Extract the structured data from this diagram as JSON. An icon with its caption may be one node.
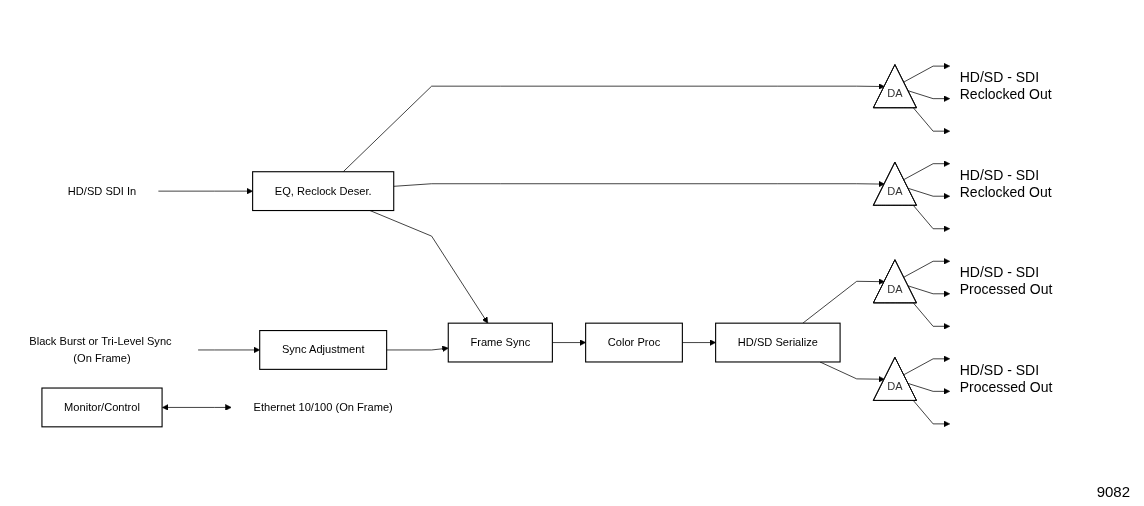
{
  "diagram": {
    "nodes": [
      {
        "text": [
          "HD/SD SDI In"
        ]
      },
      {
        "text": [
          "EQ, Reclock Deser."
        ]
      },
      {
        "text": [
          "Frame Sync"
        ]
      },
      {
        "text": [
          "Color Proc"
        ]
      },
      {
        "text": [
          "HD/SD Serialize"
        ]
      },
      {
        "text": [
          "Black Burst or Tri-Level Sync (On Frame)"
        ]
      },
      {
        "text": [
          "Sync Adjustment"
        ]
      },
      {
        "text": [
          "DA"
        ],
        "beside": [
          "HD/SD - SDI Reclocked Out"
        ]
      },
      {
        "text": [
          "DA"
        ],
        "beside": [
          "HD/SD - SDI Reclocked Out"
        ]
      },
      {
        "text": [
          "DA"
        ],
        "beside": [
          "HD/SD - SDI Processed Out"
        ]
      },
      {
        "text": [
          "DA"
        ],
        "beside": [
          "HD/SD - SDI Processed Out"
        ]
      },
      {
        "text": [
          "Monitor/Control"
        ]
      },
      {
        "text": [
          "Ethernet 10/100 (On Frame)"
        ]
      }
    ],
    "edges": [
      {
        "from": 0,
        "to": 1,
        "arrow": "to"
      },
      {
        "from": 1,
        "to": 7,
        "arrow": "to"
      },
      {
        "from": 1,
        "to": 8,
        "arrow": "to"
      },
      {
        "from": 1,
        "to": 2,
        "arrow": "to"
      },
      {
        "from": 2,
        "to": 3,
        "arrow": "to"
      },
      {
        "from": 3,
        "to": 4,
        "arrow": "to"
      },
      {
        "from": 4,
        "to": 9,
        "arrow": "to"
      },
      {
        "from": 4,
        "to": 10,
        "arrow": "to"
      },
      {
        "from": 5,
        "to": 6,
        "arrow": "to"
      },
      {
        "from": 6,
        "to": 2,
        "arrow": "to"
      },
      {
        "from": 11,
        "to": 12,
        "arrow": "both"
      },
      {
        "from": 7,
        "to": null,
        "arrow": "to"
      },
      {
        "from": 7,
        "to": null,
        "arrow": "to"
      },
      {
        "from": 7,
        "to": null,
        "arrow": "to"
      },
      {
        "from": 8,
        "to": null,
        "arrow": "to"
      },
      {
        "from": 8,
        "to": null,
        "arrow": "to"
      },
      {
        "from": 8,
        "to": null,
        "arrow": "to"
      },
      {
        "from": 9,
        "to": null,
        "arrow": "to"
      },
      {
        "from": 9,
        "to": null,
        "arrow": "to"
      },
      {
        "from": 9,
        "to": null,
        "arrow": "to"
      },
      {
        "from": 10,
        "to": null,
        "arrow": "to"
      },
      {
        "from": 10,
        "to": null,
        "arrow": "to"
      },
      {
        "from": 10,
        "to": null,
        "arrow": "to"
      }
    ],
    "labels": [
      "9082"
    ]
  }
}
